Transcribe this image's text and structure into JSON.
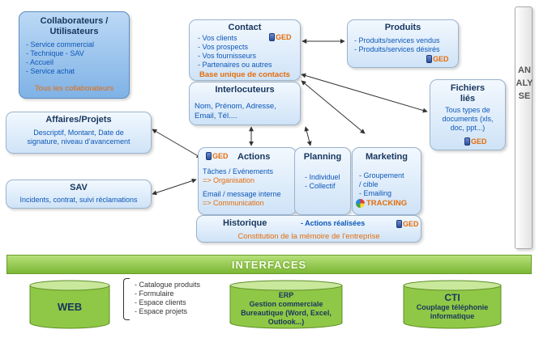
{
  "collab": {
    "title_line1": "Collaborateurs /",
    "title_line2": "Utilisateurs",
    "items": [
      "- Service commercial",
      "- Technique  - SAV",
      "- Accueil",
      "- Service achat"
    ],
    "footer": "Tous les collaborateurs"
  },
  "contact": {
    "title": "Contact",
    "items": [
      "- Vos clients",
      "- Vos prospects",
      "- Vos fournisseurs",
      "- Partenaires ou autres"
    ],
    "footer": "Base unique de contacts",
    "ged": "GED"
  },
  "produits": {
    "title": "Produits",
    "items": [
      "- Produits/services  vendus",
      "- Produits/services  désirés"
    ],
    "ged": "GED"
  },
  "interlocuteurs": {
    "title": "Interlocuteurs",
    "line1": "Nom, Prénom, Adresse,",
    "line2": "Email, Tél...."
  },
  "fichiers": {
    "title_line1": "Fichiers",
    "title_line2": "liés",
    "line1": "Tous types de",
    "line2": "documents (xls,",
    "line3": "doc, ppt...)",
    "ged": "GED"
  },
  "affaires": {
    "title": "Affaires/Projets",
    "line1": "Descriptif, Montant,  Date de",
    "line2": "signature, niveau d’avancement"
  },
  "sav": {
    "title": "SAV",
    "line1": "Incidents, contrat, suivi réclamations"
  },
  "actions": {
    "title": "Actions",
    "ged": "GED",
    "line1": "Tâches / Evénements",
    "line2": "=> Organisation",
    "line3": "Email / message interne",
    "line4": "=> Communication"
  },
  "planning": {
    "title": "Planning",
    "items": [
      "- Individuel",
      "- Collectif"
    ]
  },
  "marketing": {
    "title": "Marketing",
    "items": [
      "- Groupement",
      "/ cible",
      "- Emailing"
    ],
    "tracking": "TRACKING"
  },
  "historique": {
    "title": "Historique",
    "sub": "- Actions réalisées",
    "ged": "GED",
    "footer": "Constitution de la mémoire de l’entreprise"
  },
  "analyse": {
    "label": "ANALYSE"
  },
  "interfaces": {
    "label": "INTERFACES"
  },
  "web": {
    "label": "WEB",
    "items": [
      "- Catalogue produits",
      "- Formulaire",
      "- Espace clients",
      "- Espace projets"
    ]
  },
  "erp": {
    "title": "ERP",
    "line1": "Gestion commerciale",
    "line2": "Bureautique (Word, Excel,",
    "line3": "Outlook...)"
  },
  "cti": {
    "title": "CTI",
    "line1": "Couplage téléphonie",
    "line2": "informatique"
  },
  "colors": {
    "box_blue_text": "#0d57b8",
    "title_navy": "#17365d",
    "accent_orange": "#e46c0a",
    "green": "#8fc846"
  }
}
